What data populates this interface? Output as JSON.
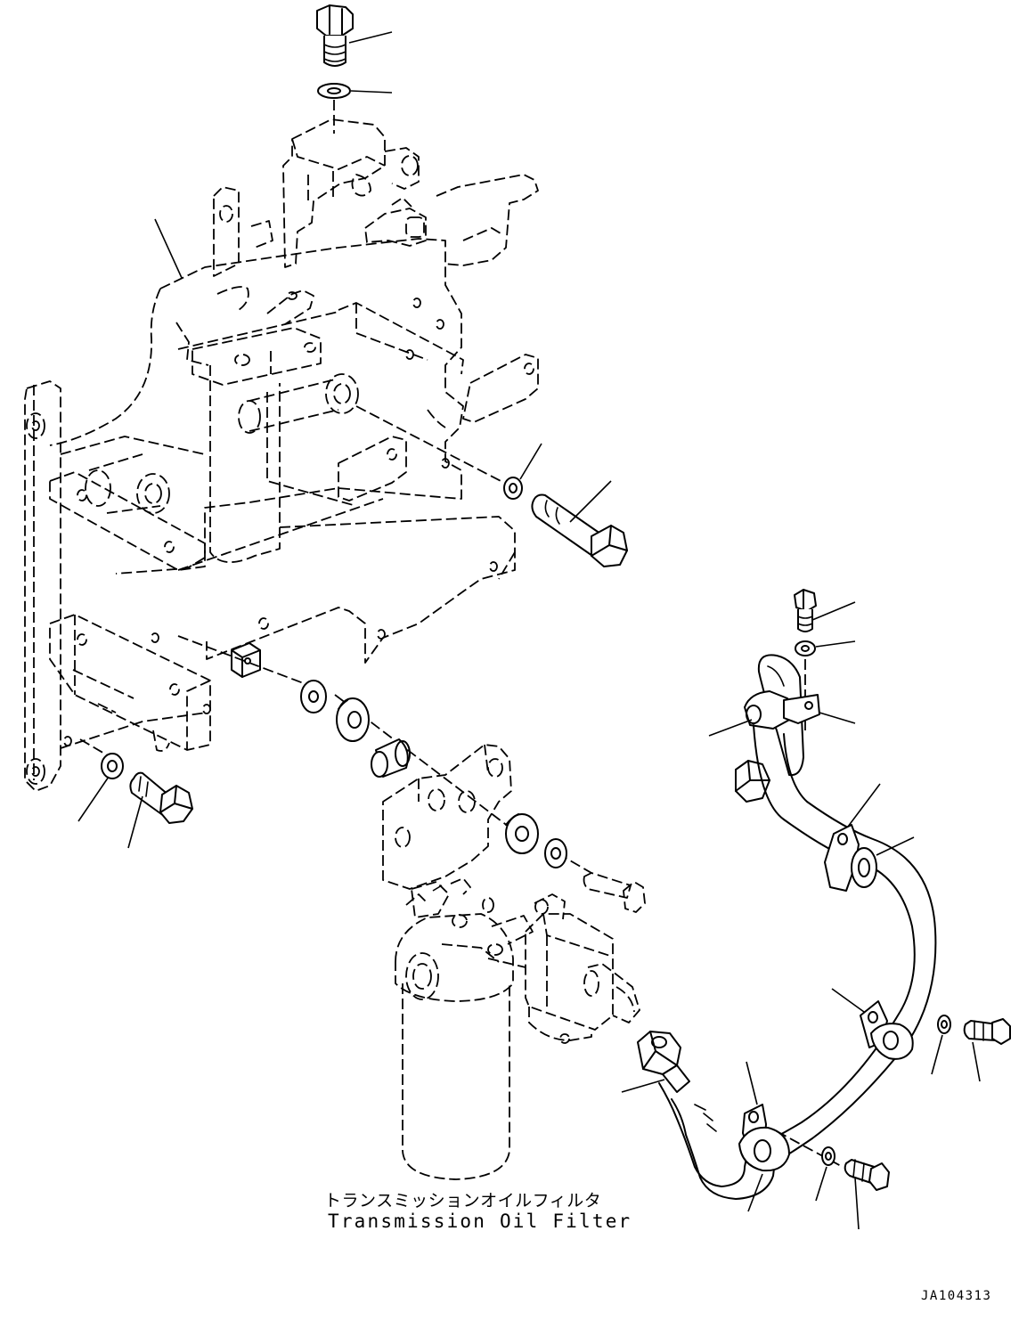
{
  "labels": {
    "part_name_jp": "トランスミッションオイルフィルタ",
    "part_name_en": "Transmission Oil Filter",
    "drawing_number": "JA104313"
  },
  "colors": {
    "line": "#000000",
    "background": "#ffffff"
  }
}
